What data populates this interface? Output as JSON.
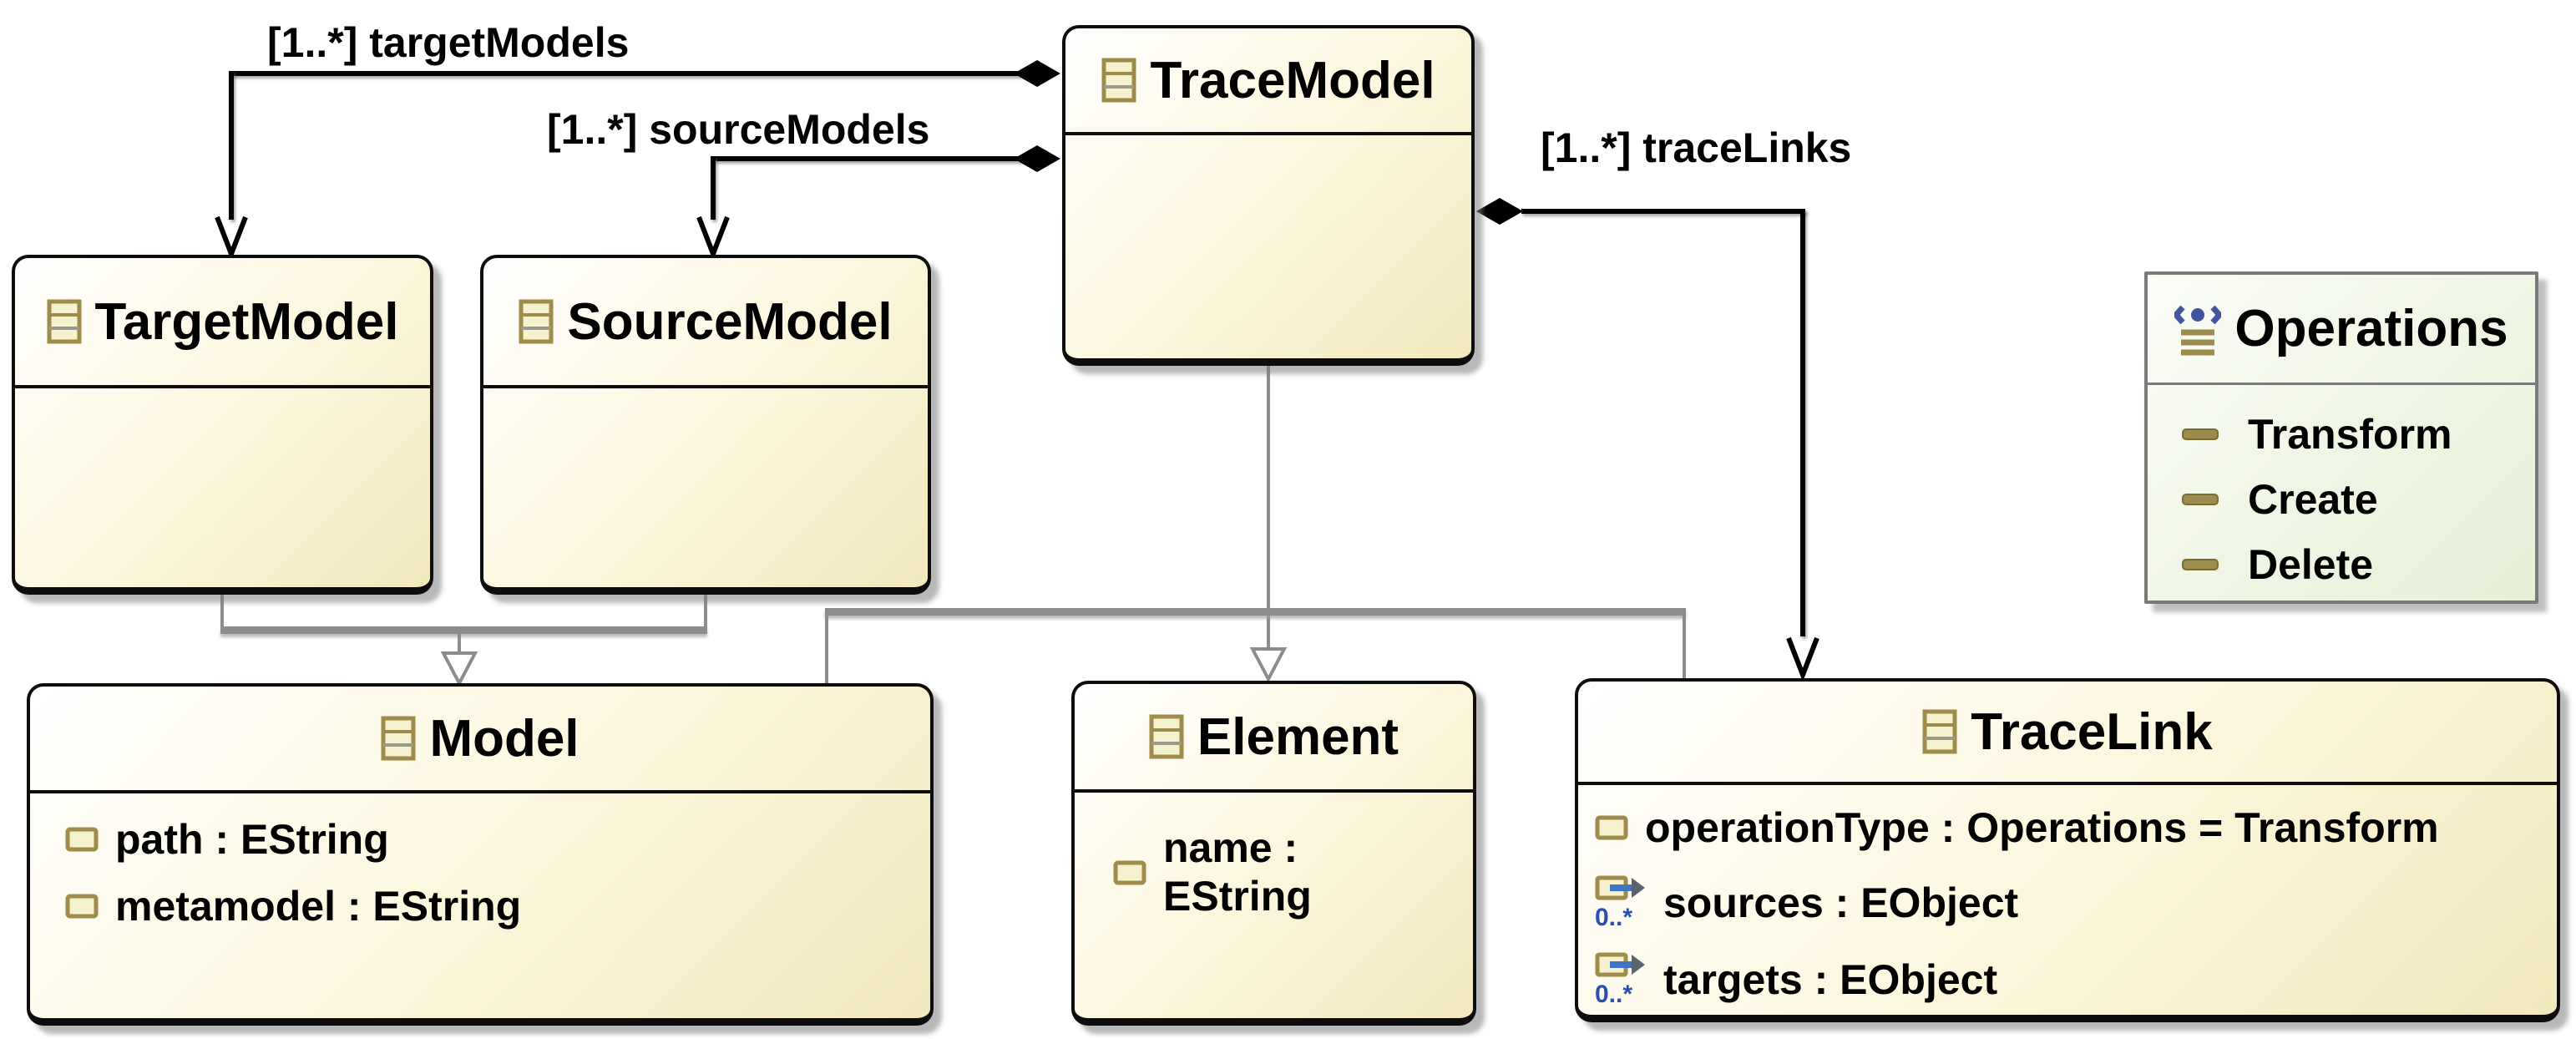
{
  "diagram": {
    "classes": {
      "traceModel": {
        "title": "TraceModel"
      },
      "targetModel": {
        "title": "TargetModel"
      },
      "sourceModel": {
        "title": "SourceModel"
      },
      "model": {
        "title": "Model",
        "attributes": [
          {
            "text": "path : EString"
          },
          {
            "text": "metamodel : EString"
          }
        ]
      },
      "element": {
        "title": "Element",
        "attributes": [
          {
            "text": "name : EString"
          }
        ]
      },
      "traceLink": {
        "title": "TraceLink",
        "attributes": [
          {
            "text": "operationType : Operations = Transform"
          },
          {
            "text": "sources : EObject"
          },
          {
            "text": "targets : EObject"
          }
        ]
      },
      "operations": {
        "title": "Operations",
        "literals": [
          "Transform",
          "Create",
          "Delete"
        ]
      }
    },
    "edges": {
      "targetModels": {
        "label": "[1..*] targetModels"
      },
      "sourceModels": {
        "label": "[1..*] sourceModels"
      },
      "traceLinks": {
        "label": "[1..*] traceLinks"
      }
    },
    "icons": {
      "reference_multiplicity": "0..*"
    },
    "colors": {
      "class_border": "#0d0d0d",
      "class_fill_end": "#f2e9bc",
      "enum_border": "#7a7a7a",
      "enum_fill_end": "#e6f0d6",
      "generalization_gray": "#8c8c8c",
      "reference_black": "#000000",
      "icon_olive": "#a08c4a",
      "icon_blue": "#44549e"
    }
  }
}
